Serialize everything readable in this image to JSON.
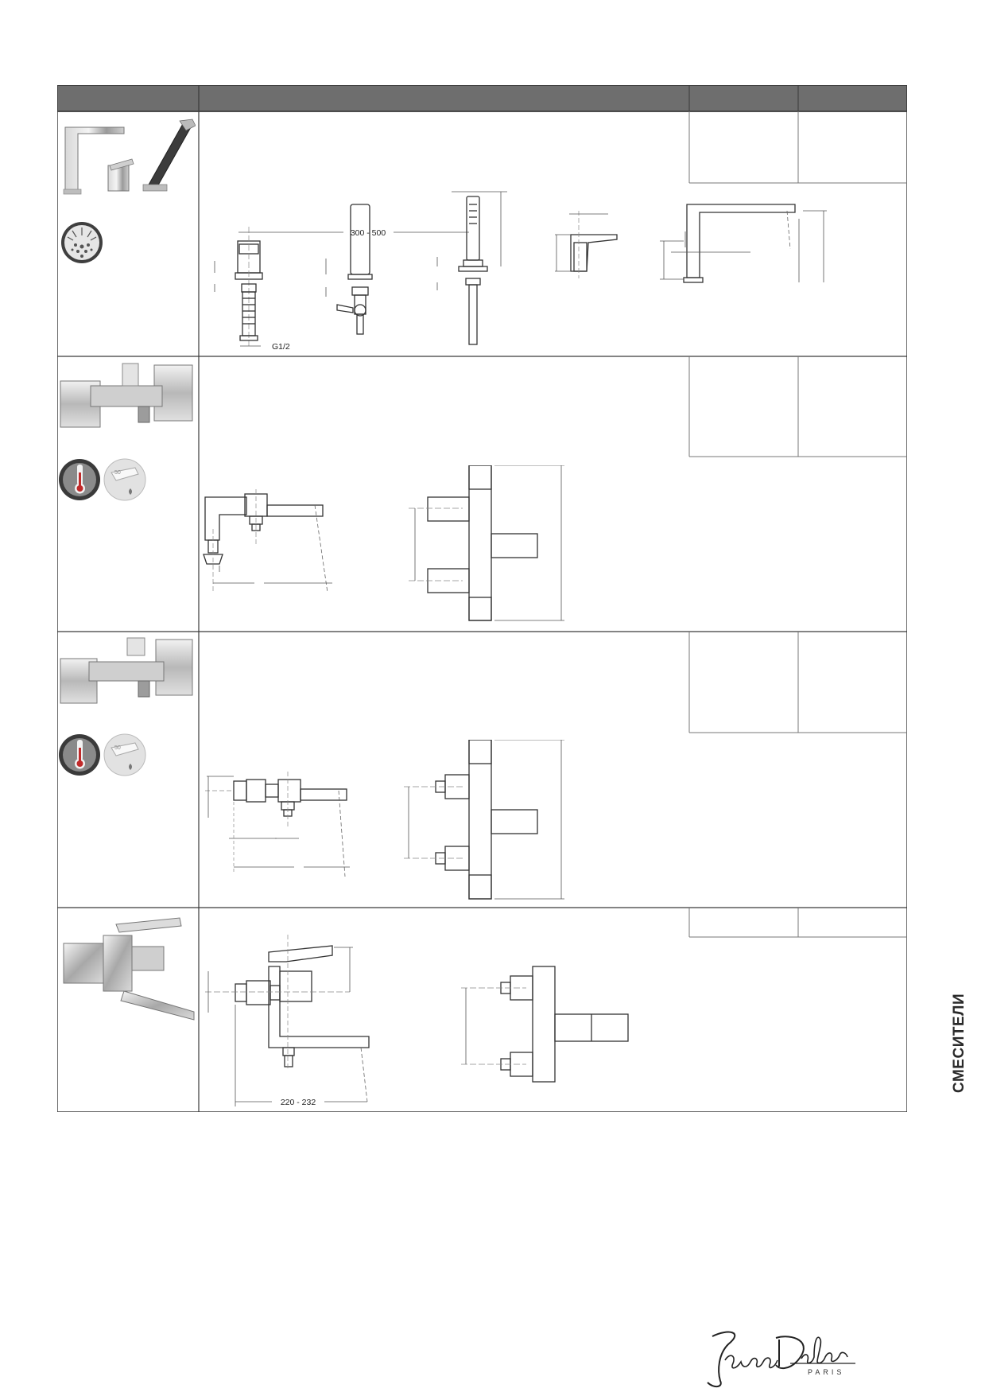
{
  "table": {
    "header_columns": [
      "",
      "",
      "",
      ""
    ],
    "rows": [
      {
        "product": "bath deck mixer with hand shower",
        "dims": {
          "spacing": "300 - 500",
          "thread": "G1/2"
        },
        "icons": [
          "spray-icon"
        ]
      },
      {
        "product": "thermostatic bath mixer",
        "dims": {},
        "icons": [
          "thermostat-icon",
          "eco-stop-icon"
        ]
      },
      {
        "product": "thermostatic bath mixer (wall)",
        "dims": {},
        "icons": [
          "thermostat-icon",
          "eco-stop-icon"
        ]
      },
      {
        "product": "single lever bath mixer",
        "dims": {
          "projection": "220 - 232"
        },
        "icons": []
      }
    ]
  },
  "side_label": "СМЕСИТЕЛИ",
  "brand": {
    "name": "Jacob Delafon",
    "city": "PARIS"
  },
  "colors": {
    "header_fill": "#6e6e6e",
    "border": "#3a3a3a",
    "line": "#888888"
  }
}
